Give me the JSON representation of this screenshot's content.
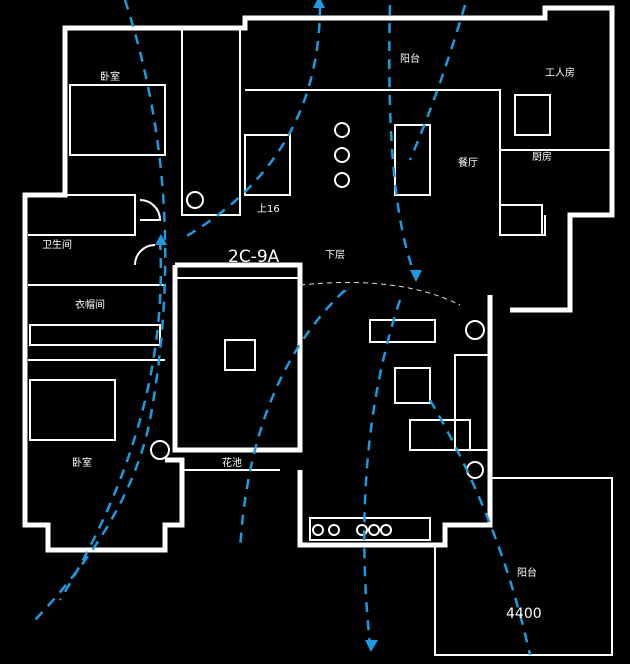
{
  "plan": {
    "code": "2C-9A",
    "level_label": "下层",
    "stair_label": "上16",
    "dimension": "4400",
    "rooms": {
      "balcony_top": "阳台",
      "servant_room": "工人房",
      "bedroom_top": "卧室",
      "kitchen": "厨房",
      "dining": "餐厅",
      "bathroom": "卫生间",
      "closet": "衣帽间",
      "bedroom_bottom": "卧室",
      "planter": "花池",
      "balcony_bottom": "阳台"
    },
    "colors": {
      "background": "#000000",
      "walls": "#ffffff",
      "flow_lines": "#1e9be0"
    }
  }
}
